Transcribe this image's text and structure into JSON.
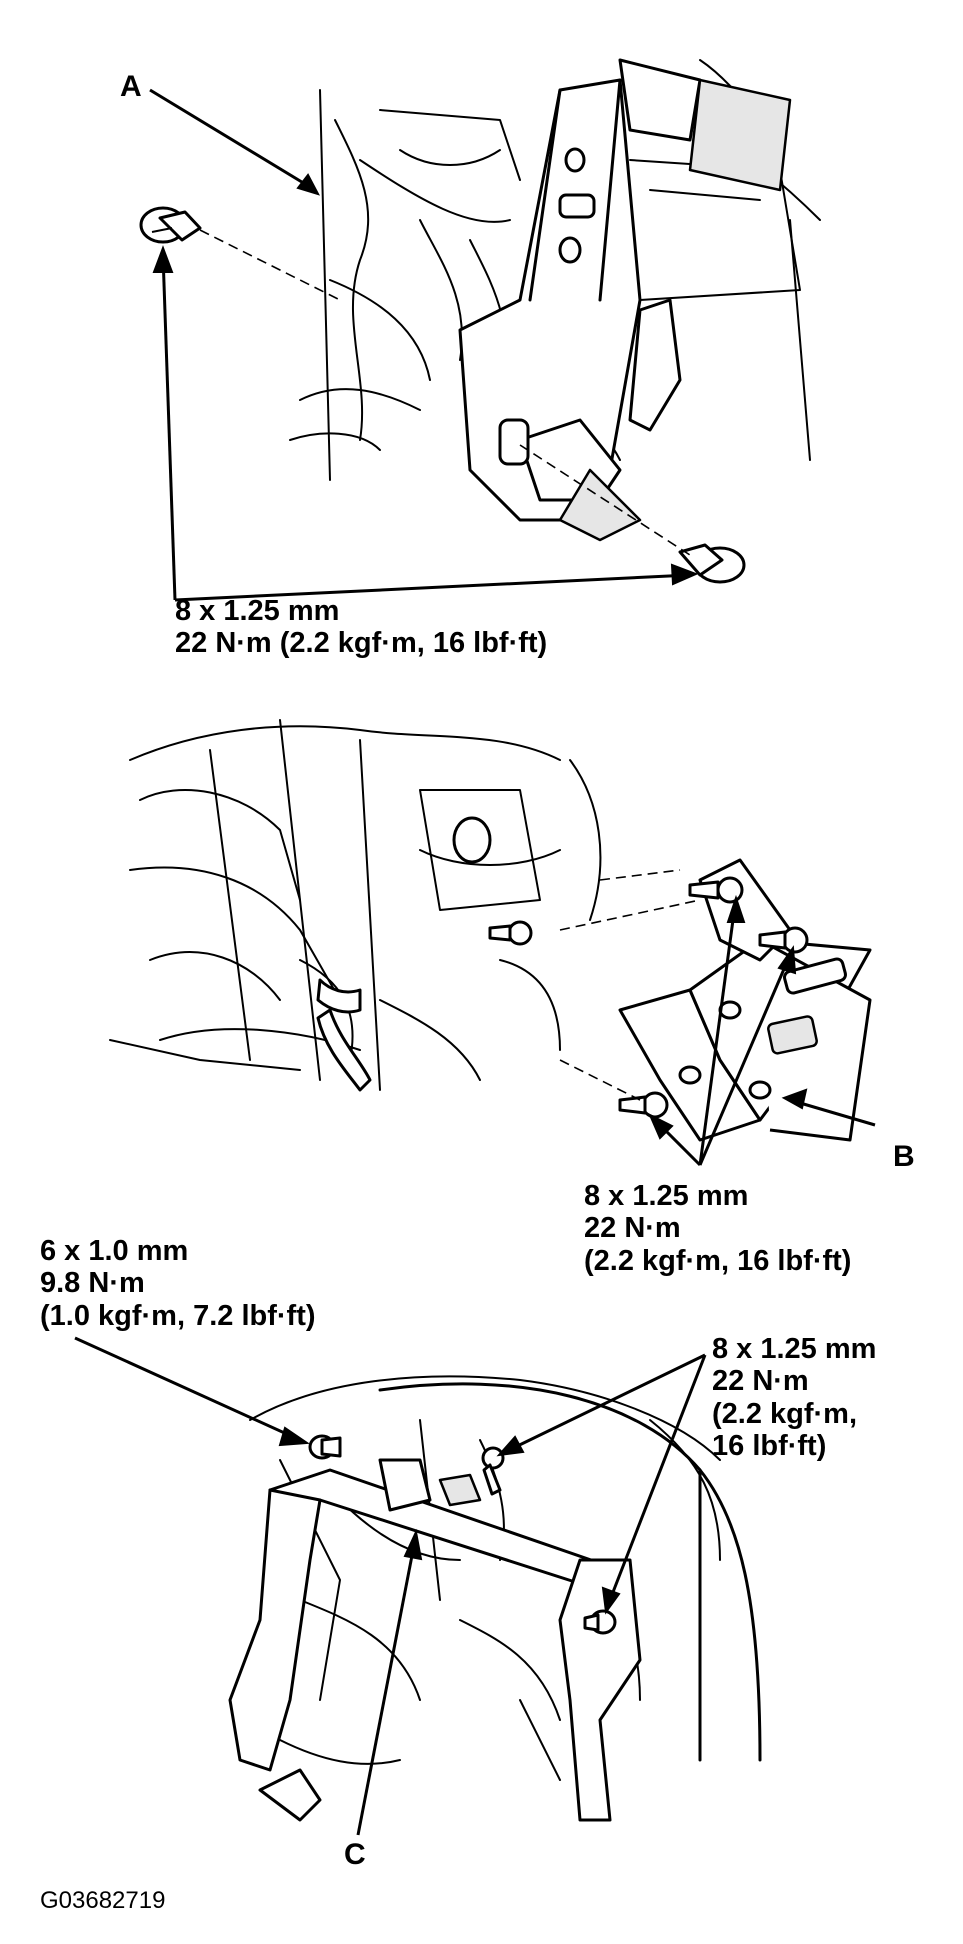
{
  "diagram": {
    "labels": {
      "a": "A",
      "b": "B",
      "c": "C"
    },
    "specs": {
      "top_bolt": [
        "8 x 1.25 mm",
        "22 N·m (2.2 kgf·m, 16 lbf·ft)"
      ],
      "middle_bolt": [
        "8 x 1.25 mm",
        "22 N·m",
        "(2.2 kgf·m, 16 lbf·ft)"
      ],
      "bottom_small_bolt": [
        "6 x 1.0 mm",
        "9.8 N·m",
        "(1.0 kgf·m, 7.2 lbf·ft)"
      ],
      "bottom_bolt": [
        "8 x 1.25 mm",
        "22 N·m",
        "(2.2 kgf·m,",
        "16 lbf·ft)"
      ]
    },
    "figure_code": "G03682719",
    "colors": {
      "ink": "#000000",
      "paper": "#ffffff",
      "shade": "#e6e6e6"
    }
  }
}
